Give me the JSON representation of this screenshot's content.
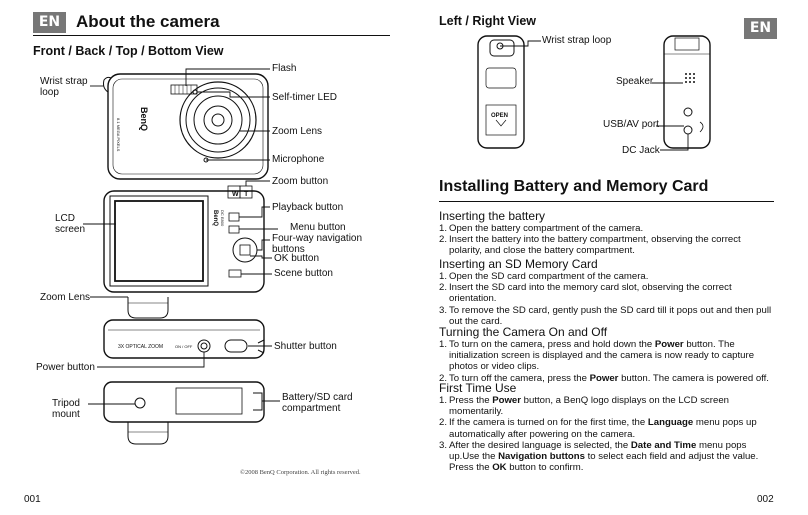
{
  "badge": "EN",
  "left": {
    "title": "About the camera",
    "subtitle": "Front / Back / Top / Bottom View",
    "labels": {
      "flash": "Flash",
      "wrist_strap": "Wrist strap\nloop",
      "self_timer": "Self-timer LED",
      "zoom_lens_front": "Zoom Lens",
      "microphone": "Microphone",
      "zoom_button": "Zoom button",
      "lcd": "LCD\nscreen",
      "playback": "Playback button",
      "menu": "Menu button",
      "four_way": "Four-way navigation\nbuttons",
      "ok": "OK button",
      "scene": "Scene button",
      "zoom_lens_top": "Zoom Lens",
      "shutter": "Shutter button",
      "power": "Power button",
      "tripod": "Tripod\nmount",
      "battery": "Battery/SD card\ncompartment"
    },
    "camera_text": {
      "brand": "BenQ",
      "megapixels": "8.1 MEGA PIXELS",
      "model": "DC E800",
      "optical": "3X OPTICAL ZOOM",
      "onoff": "ON / OFF"
    },
    "copyright": "©2008 BenQ Corporation. All rights reserved.",
    "page_number": "001"
  },
  "right": {
    "side_title": "Left / Right View",
    "side_labels": {
      "wrist_strap": "Wrist strap loop",
      "speaker": "Speaker",
      "usb_av": "USB/AV port",
      "dc_jack": "DC Jack",
      "open": "OPEN"
    },
    "title": "Installing Battery and Memory Card",
    "sections": [
      {
        "heading": "Inserting the battery",
        "steps": [
          [
            {
              "t": "Open the battery compartment of the camera."
            }
          ],
          [
            {
              "t": "Insert the battery into the battery compartment, observing the correct polarity, and close the battery compartment."
            }
          ]
        ]
      },
      {
        "heading": "Inserting an SD Memory Card",
        "steps": [
          [
            {
              "t": "Open the SD card compartment of the camera."
            }
          ],
          [
            {
              "t": "Insert the SD card into the memory card slot, observing the correct orientation."
            }
          ],
          [
            {
              "t": "To remove the SD card, gently push the SD card till it pops out and then pull out the card."
            }
          ]
        ]
      },
      {
        "heading": "Turning the Camera On and Off",
        "steps": [
          [
            {
              "t": "To turn on the camera, press and hold down the "
            },
            {
              "t": "Power",
              "b": true
            },
            {
              "t": " button. The initialization screen is displayed and the camera is now ready to capture photos or video clips."
            }
          ],
          [
            {
              "t": "To turn off the camera, press the "
            },
            {
              "t": "Power",
              "b": true
            },
            {
              "t": " button. The camera is powered off."
            }
          ]
        ]
      },
      {
        "heading": "First Time Use",
        "steps": [
          [
            {
              "t": "Press the "
            },
            {
              "t": "Power",
              "b": true
            },
            {
              "t": " button, a BenQ logo displays on the LCD screen momentarily."
            }
          ],
          [
            {
              "t": "If the camera is turned on for the first time, the "
            },
            {
              "t": "Language",
              "b": true
            },
            {
              "t": " menu pops up automatically after powering on the camera."
            }
          ],
          [
            {
              "t": "After the desired language is selected, the "
            },
            {
              "t": "Date and Time",
              "b": true
            },
            {
              "t": " menu pops up.Use the "
            },
            {
              "t": "Navigation buttons",
              "b": true
            },
            {
              "t": " to select each field and adjust the value. Press the "
            },
            {
              "t": "OK",
              "b": true
            },
            {
              "t": " button to confirm."
            }
          ]
        ]
      }
    ],
    "page_number": "002"
  }
}
